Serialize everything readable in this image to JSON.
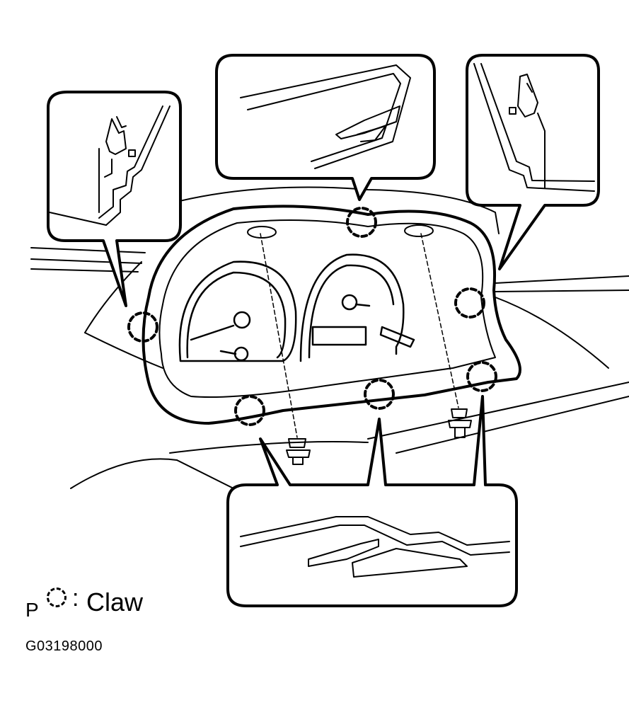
{
  "legend": {
    "prefix": "P",
    "separator": ":",
    "symbol": "claw-dashed-circle-icon",
    "label": "Claw"
  },
  "figure_code": "G03198000",
  "colors": {
    "line": "#000000",
    "background": "#ffffff"
  }
}
